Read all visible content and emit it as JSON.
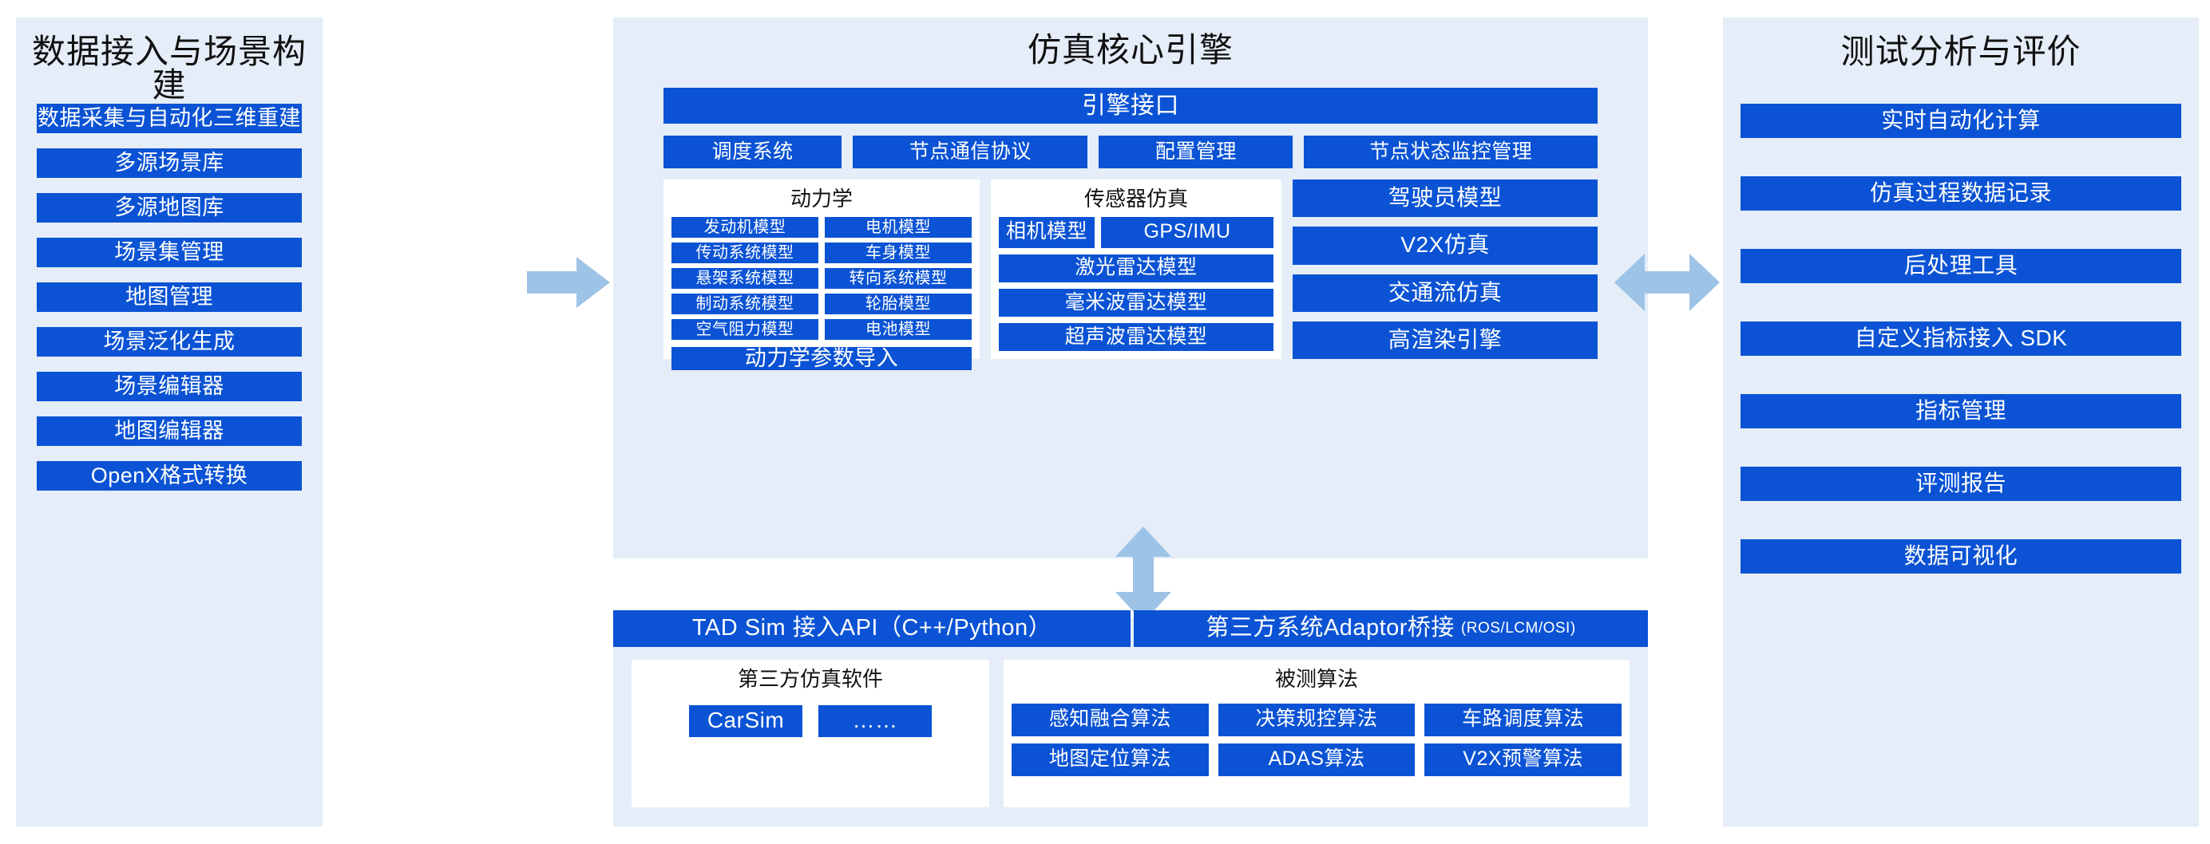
{
  "left": {
    "title": "数据接入与场景构建",
    "items": [
      "数据采集与自动化三维重建",
      "多源场景库",
      "多源地图库",
      "场景集管理",
      "地图管理",
      "场景泛化生成",
      "场景编辑器",
      "地图编辑器",
      "OpenX格式转换"
    ]
  },
  "center": {
    "title": "仿真核心引擎",
    "engine_api": "引擎接口",
    "engine_sub": [
      "调度系统",
      "节点通信协议",
      "配置管理",
      "节点状态监控管理"
    ],
    "dynamics": {
      "title": "动力学",
      "models": [
        "发动机模型",
        "电机模型",
        "传动系统模型",
        "车身模型",
        "悬架系统模型",
        "转向系统模型",
        "制动系统模型",
        "轮胎模型",
        "空气阻力模型",
        "电池模型"
      ],
      "import_label": "动力学参数导入"
    },
    "sensor": {
      "title": "传感器仿真",
      "camera": "相机模型",
      "gps_imu": "GPS/IMU",
      "wide": [
        "激光雷达模型",
        "毫米波雷达模型",
        "超声波雷达模型"
      ]
    },
    "extra": [
      "驾驶员模型",
      "V2X仿真",
      "交通流仿真",
      "高渲染引擎"
    ]
  },
  "bottom": {
    "bridge_api": "TAD Sim 接入API（C++/Python）",
    "bridge_adaptor": "第三方系统Adaptor桥接",
    "bridge_adaptor_note": "(ROS/LCM/OSI)",
    "thirdparty": {
      "title": "第三方仿真软件",
      "items": [
        "CarSim",
        "……"
      ]
    },
    "algorithms": {
      "title": "被测算法",
      "items": [
        "感知融合算法",
        "决策规控算法",
        "车路调度算法",
        "地图定位算法",
        "ADAS算法",
        "V2X预警算法"
      ]
    }
  },
  "right": {
    "title": "测试分析与评价",
    "items": [
      "实时自动化计算",
      "仿真过程数据记录",
      "后处理工具",
      "自定义指标接入 SDK",
      "指标管理",
      "评测报告",
      "数据可视化"
    ]
  },
  "colors": {
    "panel_bg": "#e4edf8",
    "pill_blue": "#0b53d4",
    "arrow_blue": "#9dc3e6",
    "card_bg": "#ffffff"
  }
}
